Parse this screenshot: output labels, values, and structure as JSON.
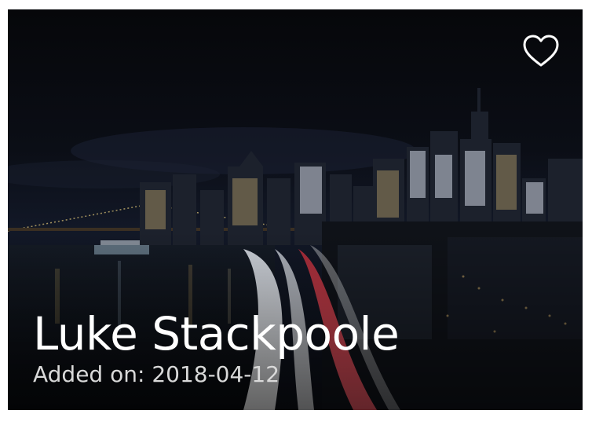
{
  "card": {
    "title": "Luke Stackpoole",
    "subtitle": "Added on: 2018-04-12",
    "favorite_icon": "heart-outline-icon",
    "image_subject": "night city skyline"
  },
  "colors": {
    "overlay": "#07080c",
    "text": "#ffffff",
    "subtext": "#d9d9d9"
  }
}
